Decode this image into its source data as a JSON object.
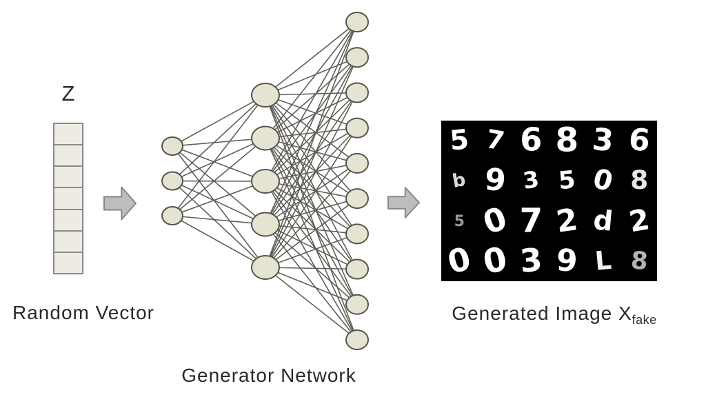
{
  "diagram": {
    "random_vector": {
      "symbol": "Z",
      "caption": "Random Vector",
      "cell_count": 7
    },
    "generator_network": {
      "caption": "Generator Network",
      "layers": [
        {
          "name": "input-layer",
          "nodes": 3
        },
        {
          "name": "hidden-layer",
          "nodes": 5
        },
        {
          "name": "output-layer",
          "nodes": 10
        }
      ],
      "connectivity": "fully-connected"
    },
    "arrows": [
      {
        "name": "vector-to-network-arrow",
        "direction": "right"
      },
      {
        "name": "network-to-image-arrow",
        "direction": "right"
      }
    ],
    "generated_image": {
      "caption_text": "Generated Image X",
      "caption_subscript": "fake",
      "digit_grid": [
        [
          {
            "ch": "5",
            "rot": -5,
            "scale": 0.9,
            "op": 1
          },
          {
            "ch": "7",
            "rot": 10,
            "scale": 0.85,
            "op": 1
          },
          {
            "ch": "6",
            "rot": 0,
            "scale": 1.05,
            "op": 1
          },
          {
            "ch": "8",
            "rot": 0,
            "scale": 1.1,
            "op": 1
          },
          {
            "ch": "3",
            "rot": 5,
            "scale": 1.0,
            "op": 1
          },
          {
            "ch": "6",
            "rot": 5,
            "scale": 1.0,
            "op": 1
          }
        ],
        [
          {
            "ch": "b",
            "rot": -10,
            "scale": 0.6,
            "op": 0.85
          },
          {
            "ch": "9",
            "rot": 5,
            "scale": 1.0,
            "op": 1
          },
          {
            "ch": "3",
            "rot": -8,
            "scale": 0.75,
            "op": 1
          },
          {
            "ch": "5",
            "rot": -5,
            "scale": 0.8,
            "op": 1
          },
          {
            "ch": "0",
            "rot": 15,
            "scale": 0.9,
            "op": 1
          },
          {
            "ch": "8",
            "rot": 0,
            "scale": 0.85,
            "op": 0.9
          }
        ],
        [
          {
            "ch": "5",
            "rot": 0,
            "scale": 0.5,
            "op": 0.6
          },
          {
            "ch": "0",
            "rot": -20,
            "scale": 1.05,
            "op": 1
          },
          {
            "ch": "7",
            "rot": 0,
            "scale": 1.1,
            "op": 1
          },
          {
            "ch": "2",
            "rot": -8,
            "scale": 1.0,
            "op": 1
          },
          {
            "ch": "d",
            "rot": 5,
            "scale": 0.9,
            "op": 1
          },
          {
            "ch": "2",
            "rot": -10,
            "scale": 0.95,
            "op": 1
          }
        ],
        [
          {
            "ch": "0",
            "rot": -15,
            "scale": 1.05,
            "op": 1
          },
          {
            "ch": "0",
            "rot": -12,
            "scale": 1.1,
            "op": 1
          },
          {
            "ch": "3",
            "rot": -5,
            "scale": 1.05,
            "op": 1
          },
          {
            "ch": "9",
            "rot": 3,
            "scale": 1.0,
            "op": 1
          },
          {
            "ch": "L",
            "rot": -5,
            "scale": 0.85,
            "op": 0.95
          },
          {
            "ch": "8",
            "rot": 5,
            "scale": 0.8,
            "op": 0.7
          }
        ]
      ]
    },
    "colors": {
      "background": "#ffffff",
      "node_fill": "#e5e3d1",
      "node_stroke": "#56544c",
      "edge_stroke": "#605e58",
      "vector_cell_fill": "#edebe3",
      "vector_cell_stroke": "#8b8b86",
      "arrow_fill": "#bdbdbd",
      "arrow_stroke": "#878787",
      "image_background": "#000000",
      "digit_color": "#ffffff",
      "text_color": "#2a2a2a"
    }
  }
}
